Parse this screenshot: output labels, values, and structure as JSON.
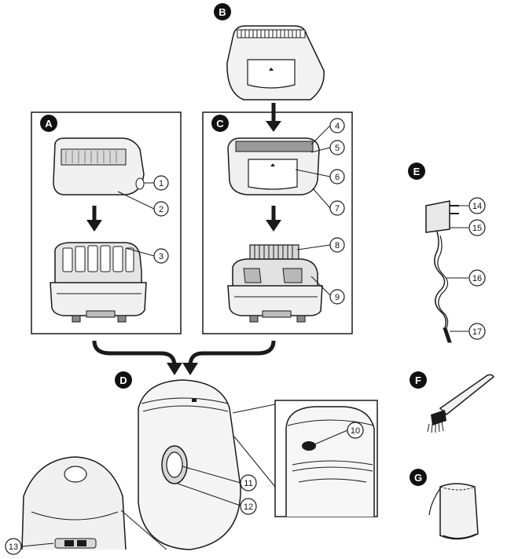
{
  "letters": {
    "A": "A",
    "B": "B",
    "C": "C",
    "D": "D",
    "E": "E",
    "F": "F",
    "G": "G"
  },
  "callouts": [
    "1",
    "2",
    "3",
    "4",
    "5",
    "6",
    "7",
    "8",
    "9",
    "10",
    "11",
    "12",
    "13",
    "14",
    "15",
    "16",
    "17"
  ],
  "colors": {
    "line": "#1a1a1a",
    "fill_light": "#eeeeee",
    "fill_mid": "#cfcfcf",
    "fill_dark": "#8a8a8a",
    "badge": "#111111"
  }
}
